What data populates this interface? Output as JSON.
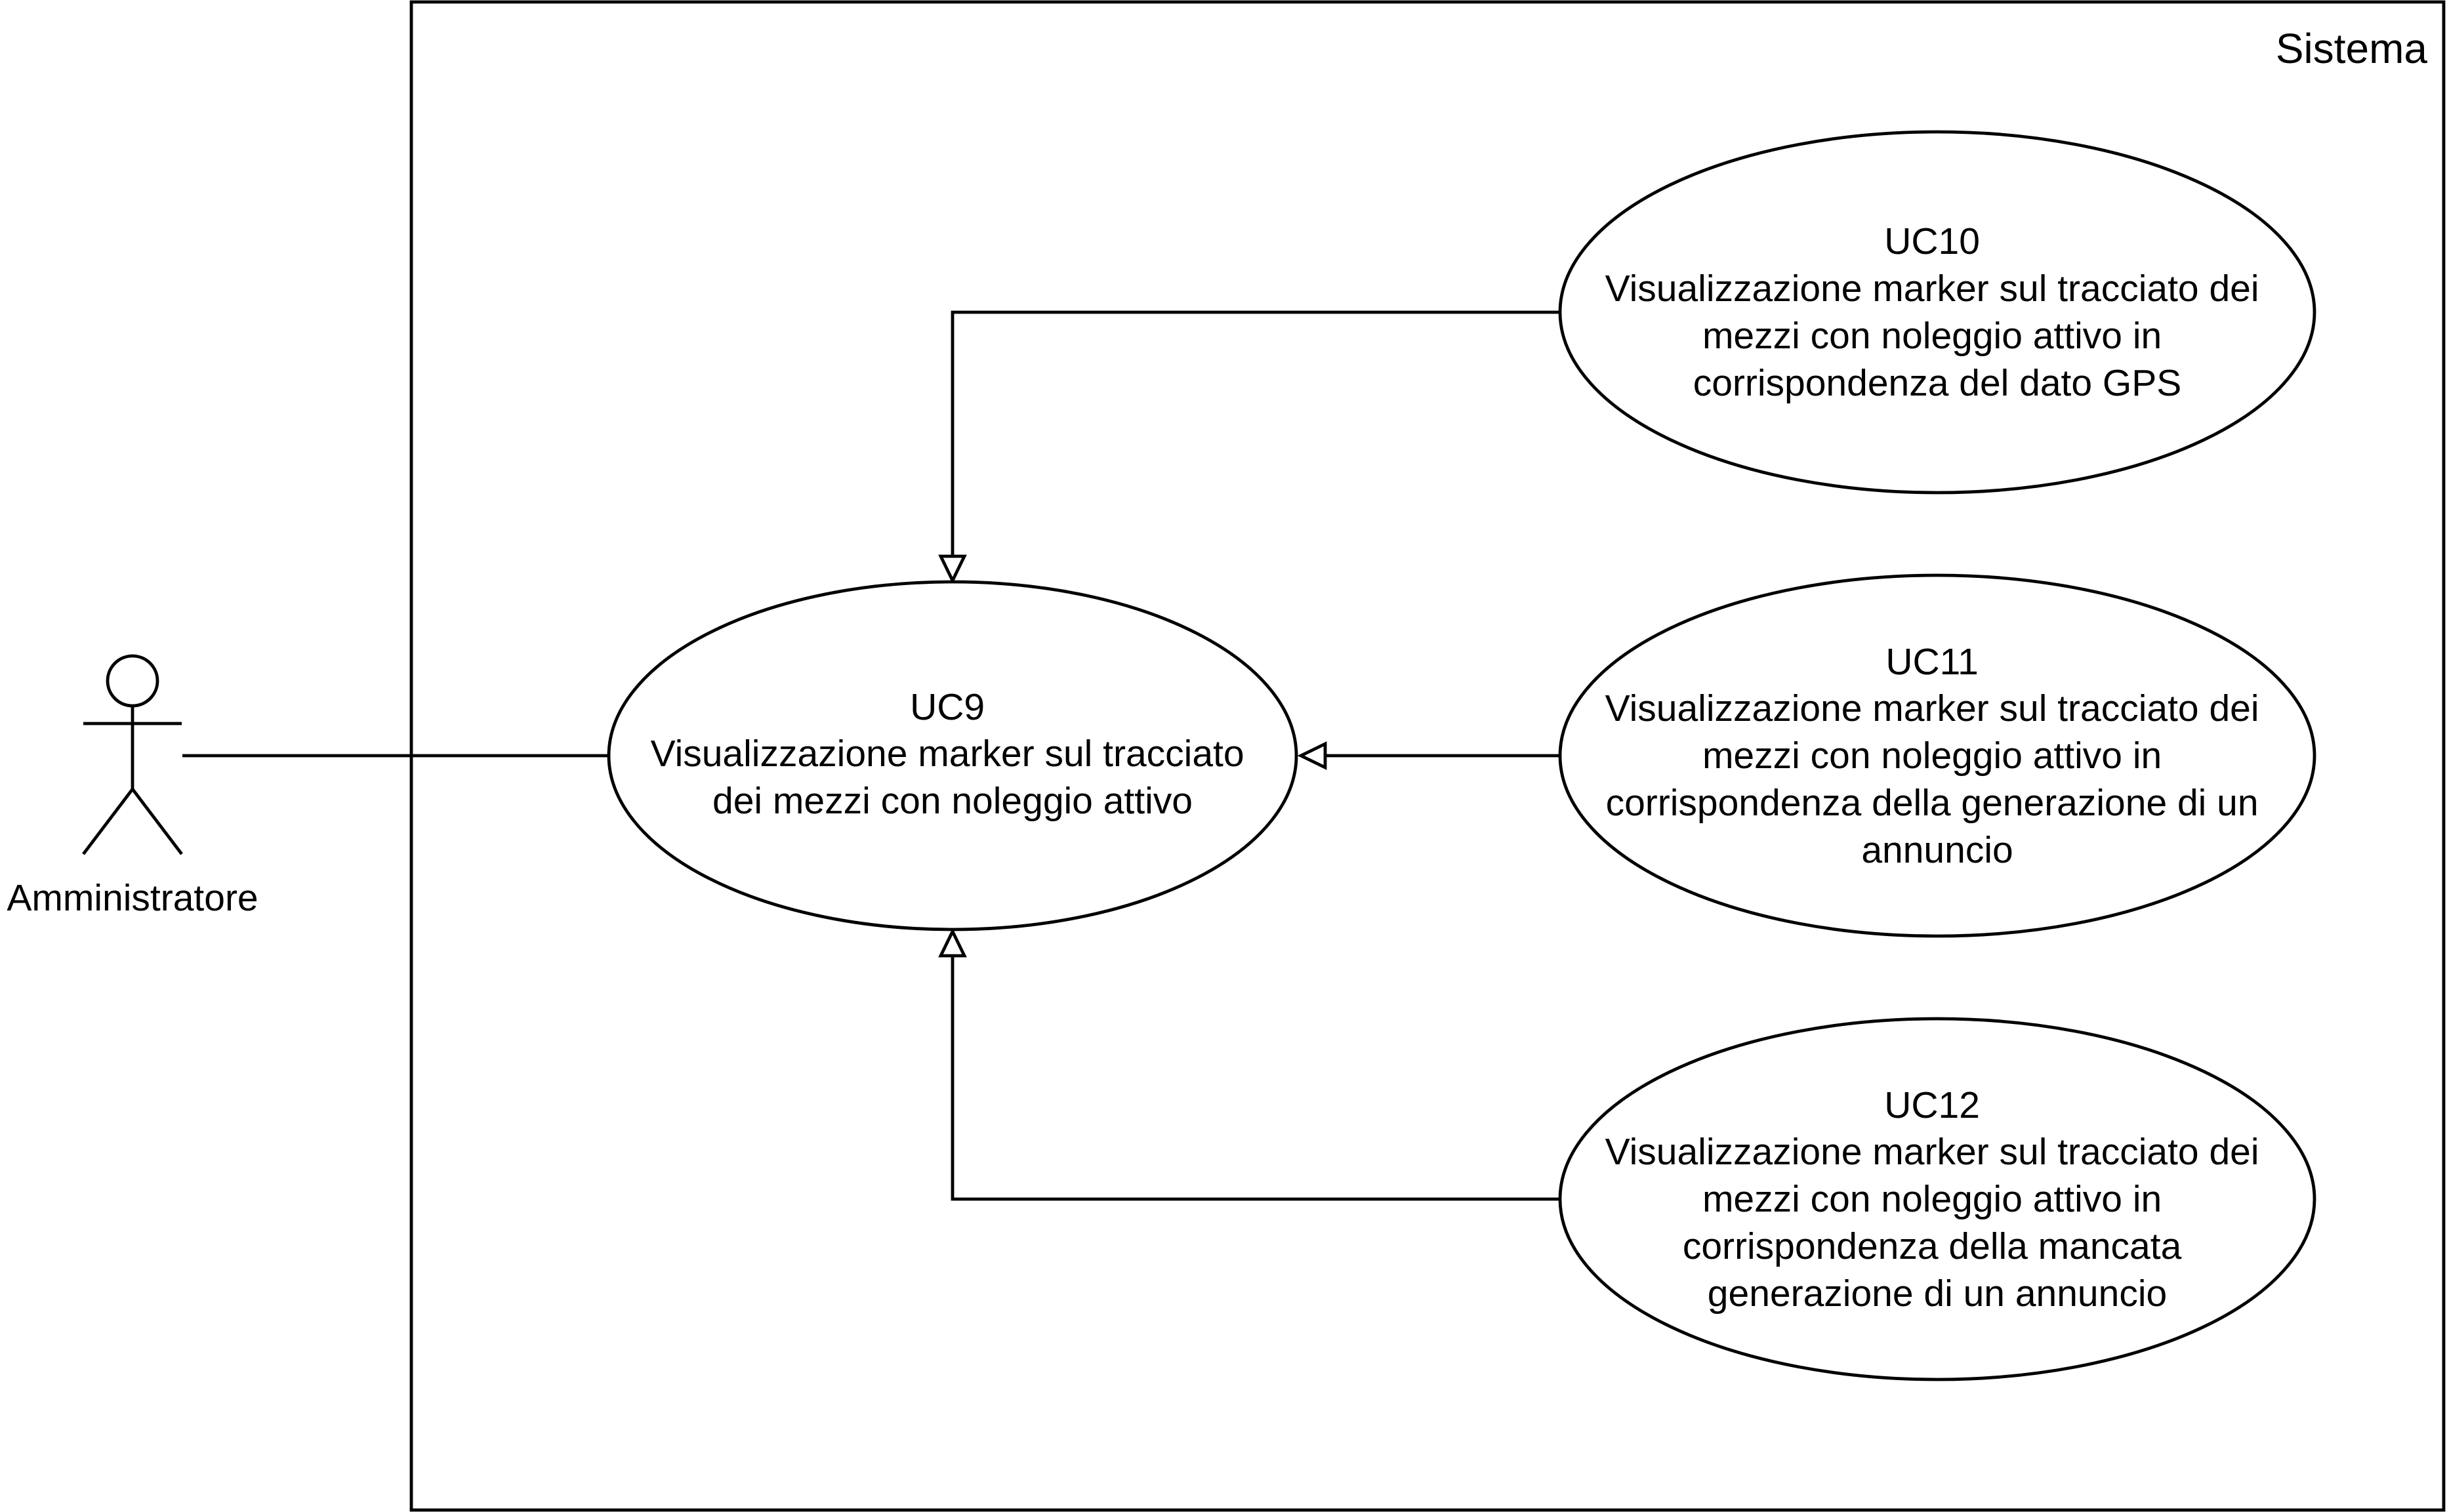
{
  "system": {
    "title": "Sistema"
  },
  "actor": {
    "name": "Amministratore"
  },
  "use_cases": {
    "uc9": {
      "id": "UC9",
      "lines": [
        "Visualizzazione marker sul tracciato",
        "dei mezzi con noleggio attivo"
      ]
    },
    "uc10": {
      "id": "UC10",
      "lines": [
        "Visualizzazione marker sul tracciato dei",
        "mezzi con noleggio attivo in",
        "corrispondenza del dato GPS"
      ]
    },
    "uc11": {
      "id": "UC11",
      "lines": [
        "Visualizzazione marker sul tracciato dei",
        "mezzi con noleggio attivo in",
        "corrispondenza della generazione di un",
        "annuncio"
      ]
    },
    "uc12": {
      "id": "UC12",
      "lines": [
        "Visualizzazione marker sul tracciato dei",
        "mezzi con noleggio attivo in",
        "corrispondenza della mancata",
        "generazione di un annuncio"
      ]
    }
  }
}
